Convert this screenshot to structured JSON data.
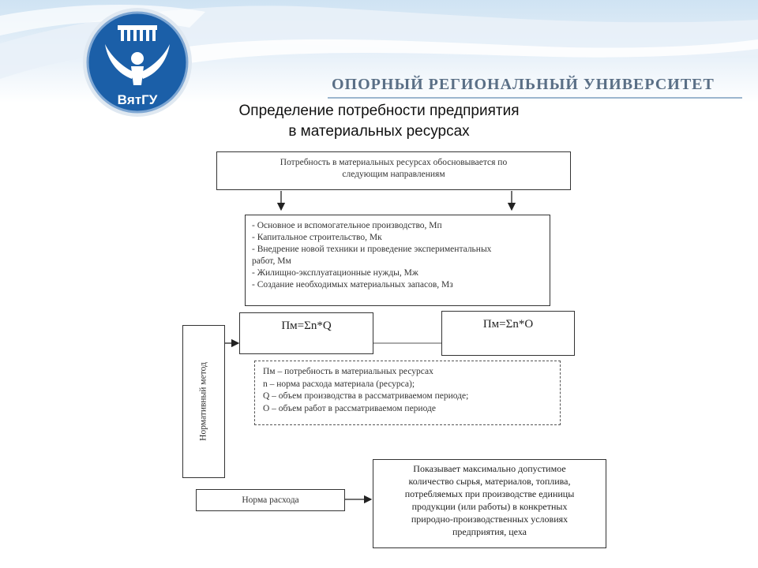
{
  "header": {
    "university": "ОПОРНЫЙ РЕГИОНАЛЬНЫЙ УНИВЕРСИТЕТ",
    "logo_text": "ВятГУ"
  },
  "title": {
    "line1": "Определение потребности предприятия",
    "line2": "в материальных ресурсах"
  },
  "top_box": {
    "line1": "Потребность в материальных ресурсах обосновывается по",
    "line2": "следующим направлениям"
  },
  "directions": [
    "- Основное и вспомогательное производство, Мп",
    "- Капитальное строительство, Мк",
    "-  Внедрение новой техники и проведение экспериментальных",
    "работ, Мм",
    "- Жилищно-эксплуатационные нужды, Мж",
    "- Создание необходимых материальных запасов, Мз"
  ],
  "formulas": {
    "production": "Пм=Σn*Q",
    "works": "Пм=Σn*О"
  },
  "legend": [
    "Пм – потребность в материальных ресурсах",
    "n – норма расхода материала (ресурса);",
    "Q – объем производства в рассматриваемом периоде;",
    "О – объем работ в рассматриваемом периоде"
  ],
  "method_label": "Нормативный метод",
  "norm_label": "Норма расхода",
  "norm_description": [
    "Показывает максимально допустимое",
    "количество сырья, материалов, топлива,",
    "потребляемых при производстве единицы",
    "продукции (или работы) в конкретных",
    "природно-производственных условиях",
    "предприятия, цеха"
  ],
  "colors": {
    "header_gradient_top": "#cfe3f3",
    "logo_blue": "#1b5fa8",
    "university_text": "#5a6f86"
  }
}
